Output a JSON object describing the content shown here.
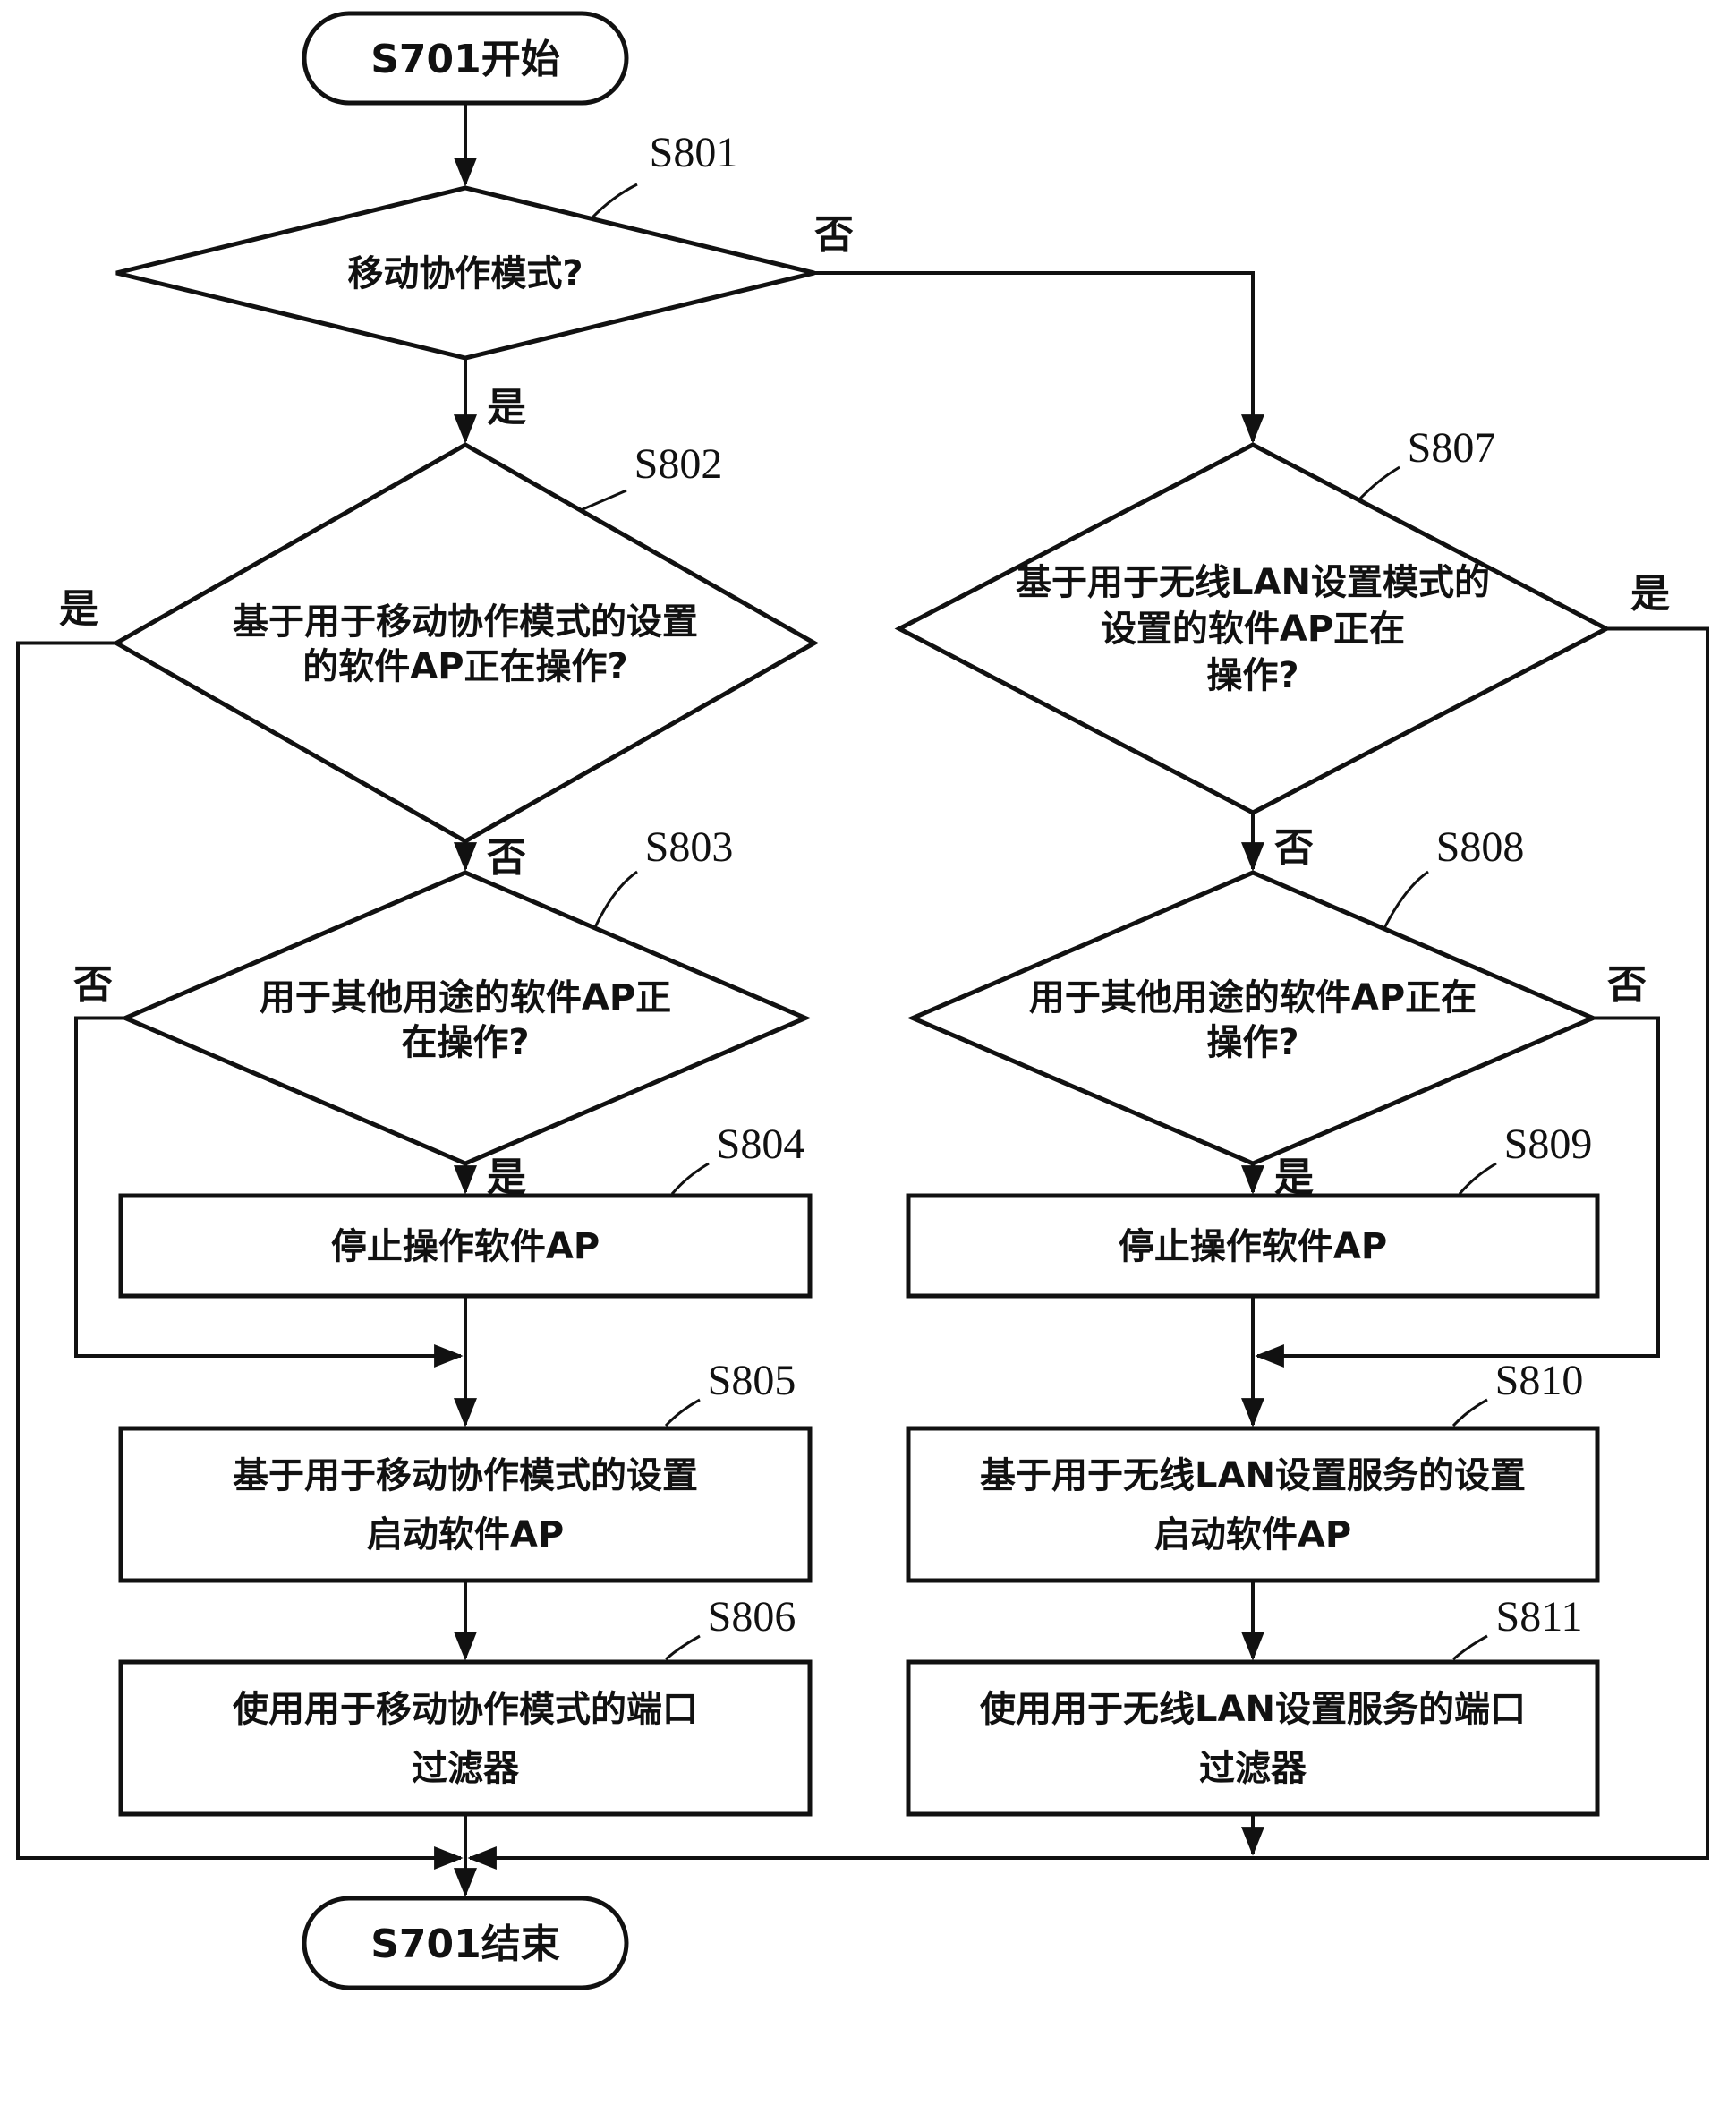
{
  "figure": {
    "type": "flowchart",
    "background": "#ffffff",
    "line_color": "#111111",
    "terminals": {
      "start": "S701开始",
      "end": "S701结束"
    },
    "branch": {
      "yes": "是",
      "no": "否"
    },
    "steps": {
      "s801": {
        "tag": "S801",
        "lines": [
          "移动协作模式?"
        ]
      },
      "s802": {
        "tag": "S802",
        "lines": [
          "基于用于移动协作模式的设置",
          "的软件AP正在操作?"
        ]
      },
      "s803": {
        "tag": "S803",
        "lines": [
          "用于其他用途的软件AP正",
          "在操作?"
        ]
      },
      "s804": {
        "tag": "S804",
        "lines": [
          "停止操作软件AP"
        ]
      },
      "s805": {
        "tag": "S805",
        "lines": [
          "基于用于移动协作模式的设置",
          "启动软件AP"
        ]
      },
      "s806": {
        "tag": "S806",
        "lines": [
          "使用用于移动协作模式的端口",
          "过滤器"
        ]
      },
      "s807": {
        "tag": "S807",
        "lines": [
          "基于用于无线LAN设置模式的",
          "设置的软件AP正在",
          "操作?"
        ]
      },
      "s808": {
        "tag": "S808",
        "lines": [
          "用于其他用途的软件AP正在",
          "操作?"
        ]
      },
      "s809": {
        "tag": "S809",
        "lines": [
          "停止操作软件AP"
        ]
      },
      "s810": {
        "tag": "S810",
        "lines": [
          "基于用于无线LAN设置服务的设置",
          "启动软件AP"
        ]
      },
      "s811": {
        "tag": "S811",
        "lines": [
          "使用用于无线LAN设置服务的端口",
          "过滤器"
        ]
      }
    }
  }
}
